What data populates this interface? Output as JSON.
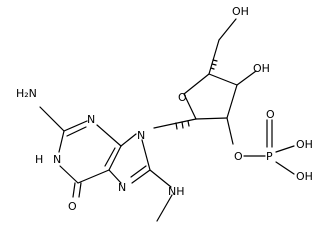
{
  "colors": {
    "bond": "#000000",
    "text": "#000000",
    "background": "#ffffff"
  },
  "atoms": {
    "top_oh": "OH",
    "ring_oh": "OH",
    "ring_o": "O",
    "phosphate_o": "O",
    "phosphorus": "P",
    "p_double_o": "O",
    "p_oh_upper": "OH",
    "p_oh_lower": "OH",
    "nh2": "H₂N",
    "n3": "N",
    "n9": "N",
    "hn1": "H",
    "n1": "N",
    "n7": "N",
    "carbonyl_o": "O",
    "methyl_nh": "NH"
  }
}
